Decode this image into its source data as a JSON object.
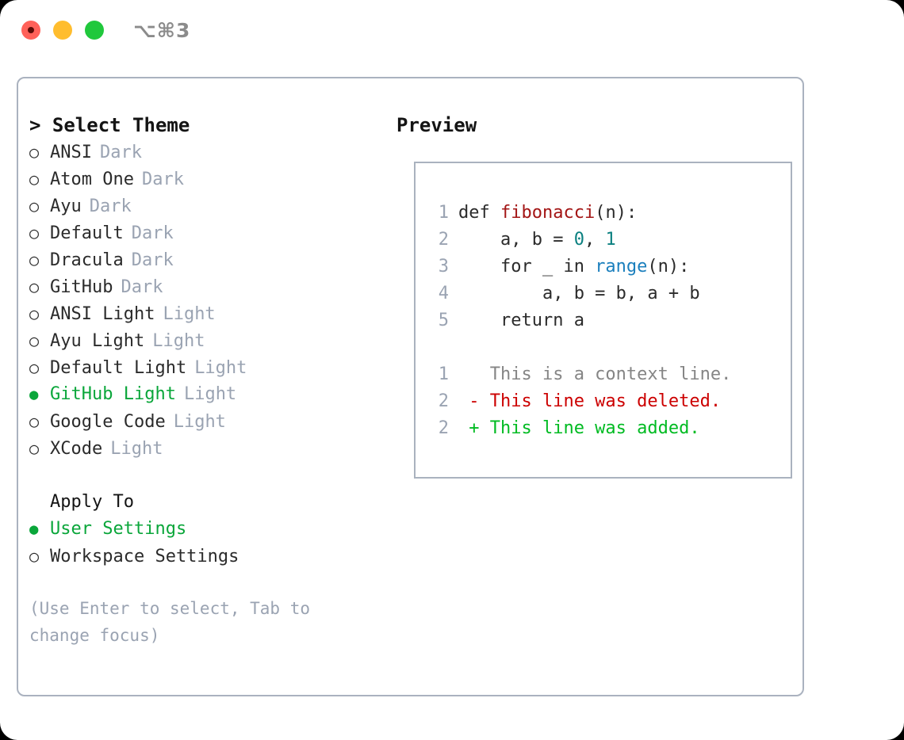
{
  "titlebar": {
    "shortcut": "⌥⌘3",
    "dots": [
      {
        "name": "close",
        "color": "#ff6159"
      },
      {
        "name": "minimize",
        "color": "#ffbd2e"
      },
      {
        "name": "maximize",
        "color": "#20c83c"
      }
    ]
  },
  "left": {
    "heading": "> Select Theme",
    "themes": [
      {
        "marker": "○",
        "selected": false,
        "label": "ANSI",
        "suffix": "Dark"
      },
      {
        "marker": "○",
        "selected": false,
        "label": "Atom One",
        "suffix": "Dark"
      },
      {
        "marker": "○",
        "selected": false,
        "label": "Ayu",
        "suffix": "Dark"
      },
      {
        "marker": "○",
        "selected": false,
        "label": "Default",
        "suffix": "Dark"
      },
      {
        "marker": "○",
        "selected": false,
        "label": "Dracula",
        "suffix": "Dark"
      },
      {
        "marker": "○",
        "selected": false,
        "label": "GitHub",
        "suffix": "Dark"
      },
      {
        "marker": "○",
        "selected": false,
        "label": "ANSI Light",
        "suffix": "Light"
      },
      {
        "marker": "○",
        "selected": false,
        "label": "Ayu Light",
        "suffix": "Light"
      },
      {
        "marker": "○",
        "selected": false,
        "label": "Default Light",
        "suffix": "Light"
      },
      {
        "marker": "●",
        "selected": true,
        "label": "GitHub Light",
        "suffix": "Light"
      },
      {
        "marker": "○",
        "selected": false,
        "label": "Google Code",
        "suffix": "Light"
      },
      {
        "marker": "○",
        "selected": false,
        "label": "XCode",
        "suffix": "Light"
      }
    ],
    "apply_to_heading": "Apply To",
    "apply_to": [
      {
        "marker": "●",
        "selected": true,
        "label": "User Settings"
      },
      {
        "marker": "○",
        "selected": false,
        "label": "Workspace Settings"
      }
    ],
    "hint": "(Use Enter to select, Tab to change focus)"
  },
  "right": {
    "heading": "Preview",
    "code_lines": [
      {
        "gutter": "1",
        "tokens": [
          {
            "text": "def ",
            "kind": "plain"
          },
          {
            "text": "fibonacci",
            "kind": "fn"
          },
          {
            "text": "(n):",
            "kind": "plain"
          }
        ]
      },
      {
        "gutter": "2",
        "tokens": [
          {
            "text": "    a, b = ",
            "kind": "plain"
          },
          {
            "text": "0",
            "kind": "num"
          },
          {
            "text": ", ",
            "kind": "plain"
          },
          {
            "text": "1",
            "kind": "num"
          }
        ]
      },
      {
        "gutter": "3",
        "tokens": [
          {
            "text": "    for _ in ",
            "kind": "plain"
          },
          {
            "text": "range",
            "kind": "call"
          },
          {
            "text": "(n):",
            "kind": "plain"
          }
        ]
      },
      {
        "gutter": "4",
        "tokens": [
          {
            "text": "        a, b = b, a + b",
            "kind": "plain"
          }
        ]
      },
      {
        "gutter": "5",
        "tokens": [
          {
            "text": "    return a",
            "kind": "plain"
          }
        ]
      },
      {
        "gutter": "",
        "tokens": [
          {
            "text": "",
            "kind": "plain"
          }
        ]
      },
      {
        "gutter": "1",
        "tokens": [
          {
            "text": "   This is a context line.",
            "kind": "ctx"
          }
        ]
      },
      {
        "gutter": "2",
        "tokens": [
          {
            "text": " - This line was deleted.",
            "kind": "del"
          }
        ]
      },
      {
        "gutter": "2",
        "tokens": [
          {
            "text": " + This line was added.",
            "kind": "add"
          }
        ]
      }
    ]
  },
  "colors": {
    "accent_green": "#0aa63a",
    "muted": "#9aa3b2",
    "border": "#aab2bf",
    "fn_red": "#a31515",
    "num_teal": "#0b8080",
    "call_blue": "#1b7fbd",
    "diff_del": "#cc0000",
    "diff_add": "#00bb22",
    "diff_ctx": "#858585"
  }
}
